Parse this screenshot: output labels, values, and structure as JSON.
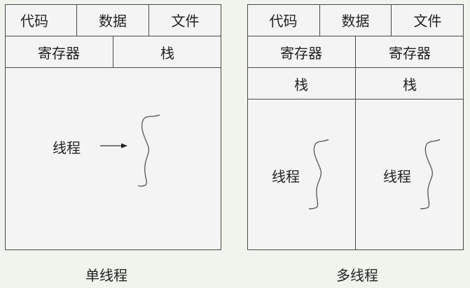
{
  "single_thread": {
    "caption": "单线程",
    "row1": [
      "代码",
      "数据",
      "文件"
    ],
    "row2": [
      "寄存器",
      "栈"
    ],
    "thread_label": "线程"
  },
  "multi_thread": {
    "caption": "多线程",
    "row1": [
      "代码",
      "数据",
      "文件"
    ],
    "row2": [
      "寄存器",
      "寄存器"
    ],
    "row3": [
      "栈",
      "栈"
    ],
    "thread_labels": [
      "线程",
      "线程"
    ]
  },
  "colors": {
    "background": "#f1f4ec",
    "box_fill": "#f4f4f4",
    "stroke": "#4a4a4a"
  }
}
